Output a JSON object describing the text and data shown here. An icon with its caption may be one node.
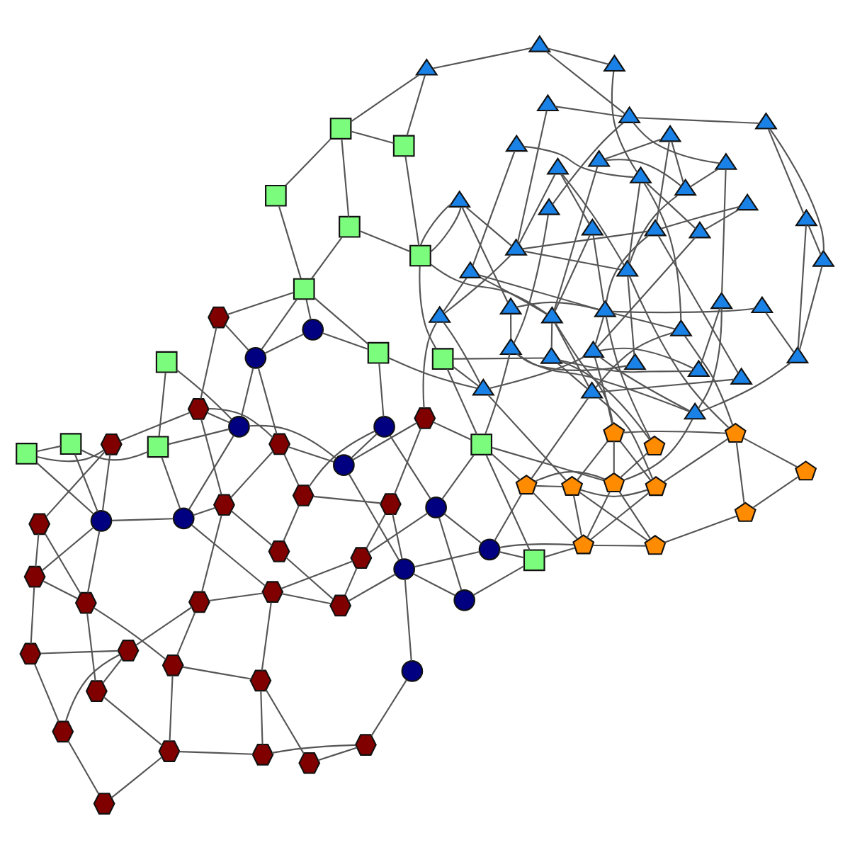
{
  "diagram": {
    "nodes": [
      {
        "text": [],
        "shape": "pentagon"
      },
      {
        "text": [],
        "shape": "pentagon"
      },
      {
        "text": [],
        "shape": "pentagon"
      },
      {
        "text": [],
        "shape": "pentagon"
      },
      {
        "text": [],
        "shape": "pentagon"
      },
      {
        "text": [],
        "shape": "pentagon"
      },
      {
        "text": [],
        "shape": "pentagon"
      },
      {
        "text": [],
        "shape": "pentagon"
      },
      {
        "text": [],
        "shape": "pentagon"
      },
      {
        "text": [],
        "shape": "pentagon"
      },
      {
        "text": [],
        "shape": "pentagon"
      },
      {
        "text": [],
        "shape": "triangle"
      },
      {
        "text": [],
        "shape": "triangle"
      },
      {
        "text": [],
        "shape": "triangle"
      },
      {
        "text": [],
        "shape": "triangle"
      },
      {
        "text": [],
        "shape": "triangle"
      },
      {
        "text": [],
        "shape": "triangle"
      },
      {
        "text": [],
        "shape": "triangle"
      },
      {
        "text": [],
        "shape": "triangle"
      },
      {
        "text": [],
        "shape": "triangle"
      },
      {
        "text": [],
        "shape": "triangle"
      },
      {
        "text": [],
        "shape": "triangle"
      },
      {
        "text": [],
        "shape": "triangle"
      },
      {
        "text": [],
        "shape": "triangle"
      },
      {
        "text": [],
        "shape": "triangle"
      },
      {
        "text": [],
        "shape": "triangle"
      },
      {
        "text": [],
        "shape": "triangle"
      },
      {
        "text": [],
        "shape": "triangle"
      },
      {
        "text": [],
        "shape": "triangle"
      },
      {
        "text": [],
        "shape": "triangle"
      },
      {
        "text": [],
        "shape": "triangle"
      },
      {
        "text": [],
        "shape": "triangle"
      },
      {
        "text": [],
        "shape": "triangle"
      },
      {
        "text": [],
        "shape": "triangle"
      },
      {
        "text": [],
        "shape": "triangle"
      },
      {
        "text": [],
        "shape": "triangle"
      },
      {
        "text": [],
        "shape": "triangle"
      },
      {
        "text": [],
        "shape": "triangle"
      },
      {
        "text": [],
        "shape": "triangle"
      },
      {
        "text": [],
        "shape": "triangle"
      },
      {
        "text": [],
        "shape": "triangle"
      },
      {
        "text": [],
        "shape": "triangle"
      },
      {
        "text": [],
        "shape": "triangle"
      },
      {
        "text": [],
        "shape": "triangle"
      },
      {
        "text": [],
        "shape": "triangle"
      },
      {
        "text": [],
        "shape": "triangle"
      },
      {
        "text": [],
        "shape": "triangle"
      },
      {
        "text": [],
        "shape": "triangle"
      },
      {
        "text": [],
        "shape": "triangle"
      },
      {
        "text": [],
        "shape": "triangle"
      },
      {
        "text": [],
        "shape": "triangle"
      },
      {
        "text": [],
        "shape": "triangle"
      },
      {
        "text": [],
        "shape": "box"
      },
      {
        "text": [],
        "shape": "box"
      },
      {
        "text": [],
        "shape": "box"
      },
      {
        "text": [],
        "shape": "box"
      },
      {
        "text": [],
        "shape": "box"
      },
      {
        "text": [],
        "shape": "box"
      },
      {
        "text": [],
        "shape": "box"
      },
      {
        "text": [],
        "shape": "box"
      },
      {
        "text": [],
        "shape": "box"
      },
      {
        "text": [],
        "shape": "box"
      },
      {
        "text": [],
        "shape": "box"
      },
      {
        "text": [],
        "shape": "box"
      },
      {
        "text": [],
        "shape": "box"
      },
      {
        "text": [],
        "shape": "box"
      },
      {
        "text": [],
        "shape": "circle"
      },
      {
        "text": [],
        "shape": "circle"
      },
      {
        "text": [],
        "shape": "circle"
      },
      {
        "text": [],
        "shape": "circle"
      },
      {
        "text": [],
        "shape": "circle"
      },
      {
        "text": [],
        "shape": "circle"
      },
      {
        "text": [],
        "shape": "circle"
      },
      {
        "text": [],
        "shape": "circle"
      },
      {
        "text": [],
        "shape": "circle"
      },
      {
        "text": [],
        "shape": "circle"
      },
      {
        "text": [],
        "shape": "circle"
      },
      {
        "text": [],
        "shape": "circle"
      },
      {
        "text": [],
        "shape": "hexagon"
      },
      {
        "text": [],
        "shape": "hexagon"
      },
      {
        "text": [],
        "shape": "hexagon"
      },
      {
        "text": [],
        "shape": "hexagon"
      },
      {
        "text": [],
        "shape": "hexagon"
      },
      {
        "text": [],
        "shape": "hexagon"
      },
      {
        "text": [],
        "shape": "hexagon"
      },
      {
        "text": [],
        "shape": "hexagon"
      },
      {
        "text": [],
        "shape": "hexagon"
      },
      {
        "text": [],
        "shape": "hexagon"
      },
      {
        "text": [],
        "shape": "hexagon"
      },
      {
        "text": [],
        "shape": "hexagon"
      },
      {
        "text": [],
        "shape": "hexagon"
      },
      {
        "text": [],
        "shape": "hexagon"
      },
      {
        "text": [],
        "shape": "hexagon"
      },
      {
        "text": [],
        "shape": "hexagon"
      },
      {
        "text": [],
        "shape": "hexagon"
      },
      {
        "text": [],
        "shape": "hexagon"
      },
      {
        "text": [],
        "shape": "hexagon"
      },
      {
        "text": [],
        "shape": "hexagon"
      },
      {
        "text": [],
        "shape": "hexagon"
      },
      {
        "text": [],
        "shape": "hexagon"
      },
      {
        "text": [],
        "shape": "hexagon"
      },
      {
        "text": [],
        "shape": "hexagon"
      },
      {
        "text": [],
        "shape": "hexagon"
      },
      {
        "text": [],
        "shape": "hexagon"
      },
      {
        "text": [],
        "shape": "hexagon"
      }
    ],
    "edges": [
      {
        "from": 0,
        "to": 1,
        "arrow": "none"
      },
      {
        "from": 0,
        "to": 3,
        "arrow": "none"
      },
      {
        "from": 1,
        "to": 3,
        "arrow": "none"
      },
      {
        "from": 1,
        "to": 2,
        "arrow": "none"
      },
      {
        "from": 2,
        "to": 5,
        "arrow": "none"
      },
      {
        "from": 2,
        "to": 6,
        "arrow": "none"
      },
      {
        "from": 2,
        "to": 9,
        "arrow": "none"
      },
      {
        "from": 3,
        "to": 4,
        "arrow": "none"
      },
      {
        "from": 4,
        "to": 5,
        "arrow": "none"
      },
      {
        "from": 3,
        "to": 7,
        "arrow": "none"
      },
      {
        "from": 4,
        "to": 7,
        "arrow": "none"
      },
      {
        "from": 5,
        "to": 7,
        "arrow": "none"
      },
      {
        "from": 5,
        "to": 6,
        "arrow": "none"
      },
      {
        "from": 6,
        "to": 10,
        "arrow": "none"
      },
      {
        "from": 6,
        "to": 9,
        "arrow": "none"
      },
      {
        "from": 7,
        "to": 9,
        "arrow": "none"
      },
      {
        "from": 9,
        "to": 10,
        "arrow": "none"
      },
      {
        "from": 8,
        "to": 9,
        "arrow": "none"
      },
      {
        "from": 4,
        "to": 6,
        "arrow": "none"
      },
      {
        "from": 5,
        "to": 10,
        "arrow": "none"
      },
      {
        "from": 11,
        "to": 17,
        "arrow": "none"
      },
      {
        "from": 11,
        "to": 22,
        "arrow": "none"
      },
      {
        "from": 11,
        "to": 28,
        "arrow": "none"
      },
      {
        "from": 12,
        "to": 21,
        "arrow": "none"
      },
      {
        "from": 12,
        "to": 24,
        "arrow": "none"
      },
      {
        "from": 12,
        "to": 33,
        "arrow": "none"
      },
      {
        "from": 13,
        "to": 22,
        "arrow": "none"
      },
      {
        "from": 13,
        "to": 29,
        "arrow": "none"
      },
      {
        "from": 14,
        "to": 23,
        "arrow": "none"
      },
      {
        "from": 14,
        "to": 25,
        "arrow": "none"
      },
      {
        "from": 14,
        "to": 34,
        "arrow": "none"
      },
      {
        "from": 15,
        "to": 19,
        "arrow": "none"
      },
      {
        "from": 15,
        "to": 21,
        "arrow": "none"
      },
      {
        "from": 16,
        "to": 19,
        "arrow": "none"
      },
      {
        "from": 16,
        "to": 27,
        "arrow": "none"
      },
      {
        "from": 17,
        "to": 24,
        "arrow": "none"
      },
      {
        "from": 17,
        "to": 30,
        "arrow": "none"
      },
      {
        "from": 18,
        "to": 19,
        "arrow": "none"
      },
      {
        "from": 18,
        "to": 31,
        "arrow": "none"
      },
      {
        "from": 18,
        "to": 37,
        "arrow": "none"
      },
      {
        "from": 19,
        "to": 28,
        "arrow": "none"
      },
      {
        "from": 19,
        "to": 24,
        "arrow": "none"
      },
      {
        "from": 20,
        "to": 29,
        "arrow": "none"
      },
      {
        "from": 20,
        "to": 23,
        "arrow": "none"
      },
      {
        "from": 20,
        "to": 34,
        "arrow": "none"
      },
      {
        "from": 21,
        "to": 30,
        "arrow": "none"
      },
      {
        "from": 21,
        "to": 25,
        "arrow": "none"
      },
      {
        "from": 22,
        "to": 28,
        "arrow": "none"
      },
      {
        "from": 22,
        "to": 33,
        "arrow": "none"
      },
      {
        "from": 23,
        "to": 24,
        "arrow": "none"
      },
      {
        "from": 23,
        "to": 27,
        "arrow": "none"
      },
      {
        "from": 24,
        "to": 32,
        "arrow": "none"
      },
      {
        "from": 24,
        "to": 38,
        "arrow": "none"
      },
      {
        "from": 25,
        "to": 30,
        "arrow": "none"
      },
      {
        "from": 26,
        "to": 23,
        "arrow": "none"
      },
      {
        "from": 26,
        "to": 35,
        "arrow": "none"
      },
      {
        "from": 27,
        "to": 33,
        "arrow": "none"
      },
      {
        "from": 28,
        "to": 35,
        "arrow": "none"
      },
      {
        "from": 28,
        "to": 39,
        "arrow": "none"
      },
      {
        "from": 29,
        "to": 32,
        "arrow": "none"
      },
      {
        "from": 29,
        "to": 44,
        "arrow": "none"
      },
      {
        "from": 30,
        "to": 38,
        "arrow": "none"
      },
      {
        "from": 30,
        "to": 31,
        "arrow": "none"
      },
      {
        "from": 31,
        "to": 37,
        "arrow": "none"
      },
      {
        "from": 32,
        "to": 40,
        "arrow": "none"
      },
      {
        "from": 33,
        "to": 45,
        "arrow": "none"
      },
      {
        "from": 34,
        "to": 43,
        "arrow": "none"
      },
      {
        "from": 35,
        "to": 38,
        "arrow": "none"
      },
      {
        "from": 36,
        "to": 41,
        "arrow": "none"
      },
      {
        "from": 36,
        "to": 42,
        "arrow": "none"
      },
      {
        "from": 36,
        "to": 47,
        "arrow": "none"
      },
      {
        "from": 37,
        "to": 43,
        "arrow": "none"
      },
      {
        "from": 38,
        "to": 48,
        "arrow": "none"
      },
      {
        "from": 39,
        "to": 49,
        "arrow": "none"
      },
      {
        "from": 40,
        "to": 28,
        "arrow": "none"
      },
      {
        "from": 41,
        "to": 42,
        "arrow": "none"
      },
      {
        "from": 41,
        "to": 47,
        "arrow": "none"
      },
      {
        "from": 42,
        "to": 20,
        "arrow": "none"
      },
      {
        "from": 43,
        "to": 49,
        "arrow": "none"
      },
      {
        "from": 44,
        "to": 49,
        "arrow": "none"
      },
      {
        "from": 45,
        "to": 50,
        "arrow": "none"
      },
      {
        "from": 46,
        "to": 24,
        "arrow": "none"
      },
      {
        "from": 46,
        "to": 42,
        "arrow": "none"
      },
      {
        "from": 47,
        "to": 49,
        "arrow": "none"
      },
      {
        "from": 49,
        "to": 50,
        "arrow": "none"
      },
      {
        "from": 50,
        "to": 51,
        "arrow": "none"
      },
      {
        "from": 48,
        "to": 33,
        "arrow": "none"
      },
      {
        "from": 37,
        "to": 22,
        "arrow": "none"
      },
      {
        "from": 3,
        "to": 12,
        "arrow": "none"
      },
      {
        "from": 3,
        "to": 22,
        "arrow": "none"
      },
      {
        "from": 4,
        "to": 21,
        "arrow": "none"
      },
      {
        "from": 7,
        "to": 23,
        "arrow": "none"
      },
      {
        "from": 8,
        "to": 24,
        "arrow": "none"
      },
      {
        "from": 9,
        "to": 20,
        "arrow": "none"
      },
      {
        "from": 5,
        "to": 26,
        "arrow": "none"
      },
      {
        "from": 10,
        "to": 21,
        "arrow": "none"
      },
      {
        "from": 7,
        "to": 30,
        "arrow": "none"
      },
      {
        "from": 8,
        "to": 25,
        "arrow": "none"
      },
      {
        "from": 53,
        "to": 54,
        "arrow": "none"
      },
      {
        "from": 54,
        "to": 56,
        "arrow": "none"
      },
      {
        "from": 56,
        "to": 59,
        "arrow": "none"
      },
      {
        "from": 56,
        "to": 58,
        "arrow": "none"
      },
      {
        "from": 58,
        "to": 60,
        "arrow": "none"
      },
      {
        "from": 60,
        "to": 61,
        "arrow": "none"
      },
      {
        "from": 57,
        "to": 58,
        "arrow": "none"
      },
      {
        "from": 57,
        "to": 61,
        "arrow": "none"
      },
      {
        "from": 55,
        "to": 57,
        "arrow": "none"
      },
      {
        "from": 62,
        "to": 63,
        "arrow": "none"
      },
      {
        "from": 63,
        "to": 65,
        "arrow": "none"
      },
      {
        "from": 64,
        "to": 65,
        "arrow": "none"
      },
      {
        "from": 59,
        "to": 60,
        "arrow": "none"
      },
      {
        "from": 52,
        "to": 53,
        "arrow": "none"
      },
      {
        "from": 53,
        "to": 9,
        "arrow": "none"
      },
      {
        "from": 53,
        "to": 10,
        "arrow": "none"
      },
      {
        "from": 54,
        "to": 26,
        "arrow": "none"
      },
      {
        "from": 54,
        "to": 25,
        "arrow": "none"
      },
      {
        "from": 56,
        "to": 30,
        "arrow": "none"
      },
      {
        "from": 59,
        "to": 51,
        "arrow": "none"
      },
      {
        "from": 51,
        "to": 60,
        "arrow": "none"
      },
      {
        "from": 56,
        "to": 40,
        "arrow": "none"
      },
      {
        "from": 52,
        "to": 6,
        "arrow": "none"
      },
      {
        "from": 53,
        "to": 29,
        "arrow": "none"
      },
      {
        "from": 66,
        "to": 69,
        "arrow": "none"
      },
      {
        "from": 66,
        "to": 70,
        "arrow": "none"
      },
      {
        "from": 67,
        "to": 70,
        "arrow": "none"
      },
      {
        "from": 67,
        "to": 69,
        "arrow": "none"
      },
      {
        "from": 68,
        "to": 70,
        "arrow": "none"
      },
      {
        "from": 69,
        "to": 71,
        "arrow": "none"
      },
      {
        "from": 70,
        "to": 72,
        "arrow": "none"
      },
      {
        "from": 71,
        "to": 72,
        "arrow": "none"
      },
      {
        "from": 73,
        "to": 74,
        "arrow": "none"
      },
      {
        "from": 74,
        "to": 75,
        "arrow": "none"
      },
      {
        "from": 75,
        "to": 76,
        "arrow": "none"
      },
      {
        "from": 76,
        "to": 77,
        "arrow": "none"
      },
      {
        "from": 72,
        "to": 75,
        "arrow": "none"
      },
      {
        "from": 66,
        "to": 52,
        "arrow": "none"
      },
      {
        "from": 67,
        "to": 52,
        "arrow": "none"
      },
      {
        "from": 66,
        "to": 10,
        "arrow": "none"
      },
      {
        "from": 66,
        "to": 6,
        "arrow": "none"
      },
      {
        "from": 73,
        "to": 55,
        "arrow": "none"
      },
      {
        "from": 55,
        "to": 71,
        "arrow": "none"
      },
      {
        "from": 74,
        "to": 57,
        "arrow": "none"
      },
      {
        "from": 75,
        "to": 62,
        "arrow": "none"
      },
      {
        "from": 75,
        "to": 63,
        "arrow": "none"
      },
      {
        "from": 77,
        "to": 64,
        "arrow": "none"
      },
      {
        "from": 77,
        "to": 65,
        "arrow": "none"
      },
      {
        "from": 76,
        "to": 63,
        "arrow": "none"
      },
      {
        "from": 73,
        "to": 57,
        "arrow": "none"
      },
      {
        "from": 69,
        "to": 53,
        "arrow": "none"
      },
      {
        "from": 68,
        "to": 78,
        "arrow": "none"
      },
      {
        "from": 78,
        "to": 80,
        "arrow": "none"
      },
      {
        "from": 78,
        "to": 81,
        "arrow": "none"
      },
      {
        "from": 79,
        "to": 84,
        "arrow": "none"
      },
      {
        "from": 79,
        "to": 86,
        "arrow": "none"
      },
      {
        "from": 80,
        "to": 85,
        "arrow": "none"
      },
      {
        "from": 81,
        "to": 85,
        "arrow": "none"
      },
      {
        "from": 81,
        "to": 93,
        "arrow": "none"
      },
      {
        "from": 83,
        "to": 84,
        "arrow": "none"
      },
      {
        "from": 83,
        "to": 88,
        "arrow": "none"
      },
      {
        "from": 84,
        "to": 86,
        "arrow": "none"
      },
      {
        "from": 85,
        "to": 86,
        "arrow": "none"
      },
      {
        "from": 86,
        "to": 91,
        "arrow": "none"
      },
      {
        "from": 87,
        "to": 88,
        "arrow": "none"
      },
      {
        "from": 87,
        "to": 90,
        "arrow": "none"
      },
      {
        "from": 88,
        "to": 89,
        "arrow": "none"
      },
      {
        "from": 89,
        "to": 90,
        "arrow": "none"
      },
      {
        "from": 90,
        "to": 91,
        "arrow": "none"
      },
      {
        "from": 91,
        "to": 92,
        "arrow": "none"
      },
      {
        "from": 92,
        "to": 93,
        "arrow": "none"
      },
      {
        "from": 93,
        "to": 94,
        "arrow": "none"
      },
      {
        "from": 94,
        "to": 97,
        "arrow": "none"
      },
      {
        "from": 93,
        "to": 95,
        "arrow": "none"
      },
      {
        "from": 95,
        "to": 96,
        "arrow": "none"
      },
      {
        "from": 96,
        "to": 97,
        "arrow": "none"
      },
      {
        "from": 97,
        "to": 102,
        "arrow": "none"
      },
      {
        "from": 96,
        "to": 102,
        "arrow": "none"
      },
      {
        "from": 95,
        "to": 98,
        "arrow": "none"
      },
      {
        "from": 98,
        "to": 101,
        "arrow": "none"
      },
      {
        "from": 101,
        "to": 102,
        "arrow": "none"
      },
      {
        "from": 101,
        "to": 103,
        "arrow": "none"
      },
      {
        "from": 98,
        "to": 103,
        "arrow": "none"
      },
      {
        "from": 99,
        "to": 104,
        "arrow": "none"
      },
      {
        "from": 99,
        "to": 90,
        "arrow": "none"
      },
      {
        "from": 100,
        "to": 99,
        "arrow": "none"
      },
      {
        "from": 104,
        "to": 103,
        "arrow": "none"
      },
      {
        "from": 87,
        "to": 79,
        "arrow": "none"
      },
      {
        "from": 92,
        "to": 98,
        "arrow": "none"
      },
      {
        "from": 85,
        "to": 92,
        "arrow": "none"
      },
      {
        "from": 89,
        "to": 99,
        "arrow": "none"
      },
      {
        "from": 82,
        "to": 72,
        "arrow": "none"
      },
      {
        "from": 82,
        "to": 53,
        "arrow": "none"
      },
      {
        "from": 82,
        "to": 83,
        "arrow": "none"
      },
      {
        "from": 71,
        "to": 88,
        "arrow": "none"
      },
      {
        "from": 70,
        "to": 83,
        "arrow": "none"
      },
      {
        "from": 72,
        "to": 89,
        "arrow": "none"
      },
      {
        "from": 74,
        "to": 89,
        "arrow": "none"
      },
      {
        "from": 75,
        "to": 99,
        "arrow": "none"
      },
      {
        "from": 76,
        "to": 90,
        "arrow": "none"
      },
      {
        "from": 77,
        "to": 101,
        "arrow": "none"
      },
      {
        "from": 77,
        "to": 104,
        "arrow": "none"
      },
      {
        "from": 76,
        "to": 86,
        "arrow": "none"
      },
      {
        "from": 69,
        "to": 84,
        "arrow": "none"
      },
      {
        "from": 79,
        "to": 70,
        "arrow": "none"
      },
      {
        "from": 100,
        "to": 57,
        "arrow": "none"
      },
      {
        "from": 100,
        "to": 74,
        "arrow": "none"
      },
      {
        "from": 104,
        "to": 64,
        "arrow": "none"
      },
      {
        "from": 98,
        "to": 77,
        "arrow": "none"
      },
      {
        "from": 91,
        "to": 96,
        "arrow": "none"
      },
      {
        "from": 26,
        "to": 55,
        "arrow": "none"
      },
      {
        "from": 35,
        "to": 82,
        "arrow": "none"
      },
      {
        "from": 40,
        "to": 56,
        "arrow": "none"
      }
    ]
  }
}
